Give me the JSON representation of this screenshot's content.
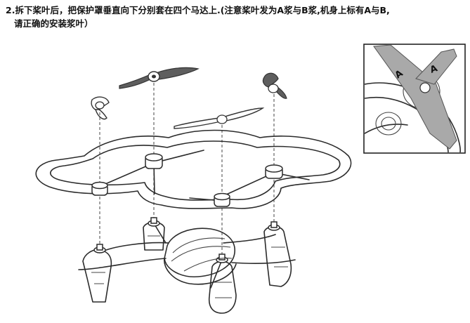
{
  "instruction": {
    "line1": "2.拆下桨叶后，把保护罩垂直向下分别套在四个马达上.(注意桨叶发为A浆与B浆,机身上标有A与B,",
    "line2": "请正确的安装浆叶）"
  },
  "inset": {
    "label_left": "A",
    "label_right": "A"
  }
}
